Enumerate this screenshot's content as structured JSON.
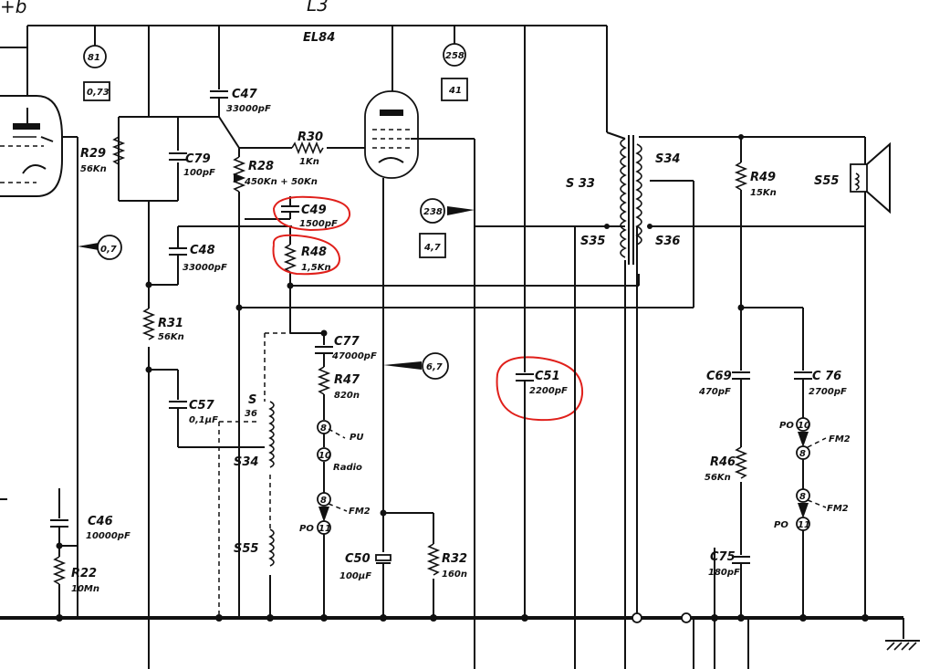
{
  "tube": {
    "top_label_left": "+b",
    "top_label_mid": "L3",
    "type": "EL84"
  },
  "meters": {
    "m81": "81",
    "m073": "0,73",
    "m258": "258",
    "m41": "41",
    "m238": "238",
    "m47": "4,7",
    "m07": "0,7",
    "m67": "6,7"
  },
  "components": {
    "c47": {
      "name": "C47",
      "value": "33000pF"
    },
    "r29": {
      "name": "R29",
      "value": "56Kn"
    },
    "c79": {
      "name": "C79",
      "value": "100pF"
    },
    "r28": {
      "name": "R28",
      "value": "450Kn + 50Kn"
    },
    "r30": {
      "name": "R30",
      "value": "1Kn"
    },
    "c49": {
      "name": "C49",
      "value": "1500pF"
    },
    "c48": {
      "name": "C48",
      "value": "33000pF"
    },
    "r48": {
      "name": "R48",
      "value": "1,5Kn"
    },
    "r31": {
      "name": "R31",
      "value": "56Kn"
    },
    "c77": {
      "name": "C77",
      "value": "47000pF"
    },
    "r47": {
      "name": "R47",
      "value": "820n"
    },
    "c57": {
      "name": "C57",
      "value": "0,1µF"
    },
    "c46": {
      "name": "C46",
      "value": "10000pF"
    },
    "r22": {
      "name": "R22",
      "value": "10Mn"
    },
    "c50": {
      "name": "C50",
      "value": "100µF"
    },
    "r32": {
      "name": "R32",
      "value": "160n"
    },
    "c51": {
      "name": "C51",
      "value": "2200pF"
    },
    "c69": {
      "name": "C69",
      "value": "470pF"
    },
    "c76": {
      "name": "C 76",
      "value": "2700pF"
    },
    "r46": {
      "name": "R46",
      "value": "56Kn"
    },
    "c75": {
      "name": "C75",
      "value": "180pF"
    },
    "r49": {
      "name": "R49",
      "value": "15Kn"
    }
  },
  "transformer": {
    "s33": "S 33",
    "s34": "S34",
    "s35": "S35",
    "s36": "S36",
    "s55": "S55"
  },
  "switch": {
    "s": "S",
    "s36": "36",
    "s34": "S34",
    "s55": "S55",
    "pu": "PU",
    "radio": "Radio",
    "fm2": "FM2",
    "fm2b": "FM2",
    "fm2c": "FM2",
    "po": "PO",
    "po2": "PO",
    "po3": "PO",
    "n8": "8",
    "n10": "10",
    "n8b": "8",
    "n11": "11",
    "r10": "10",
    "r8": "8",
    "r8b": "8",
    "r11": "11"
  },
  "annotations": {
    "color": "#e0201b"
  }
}
